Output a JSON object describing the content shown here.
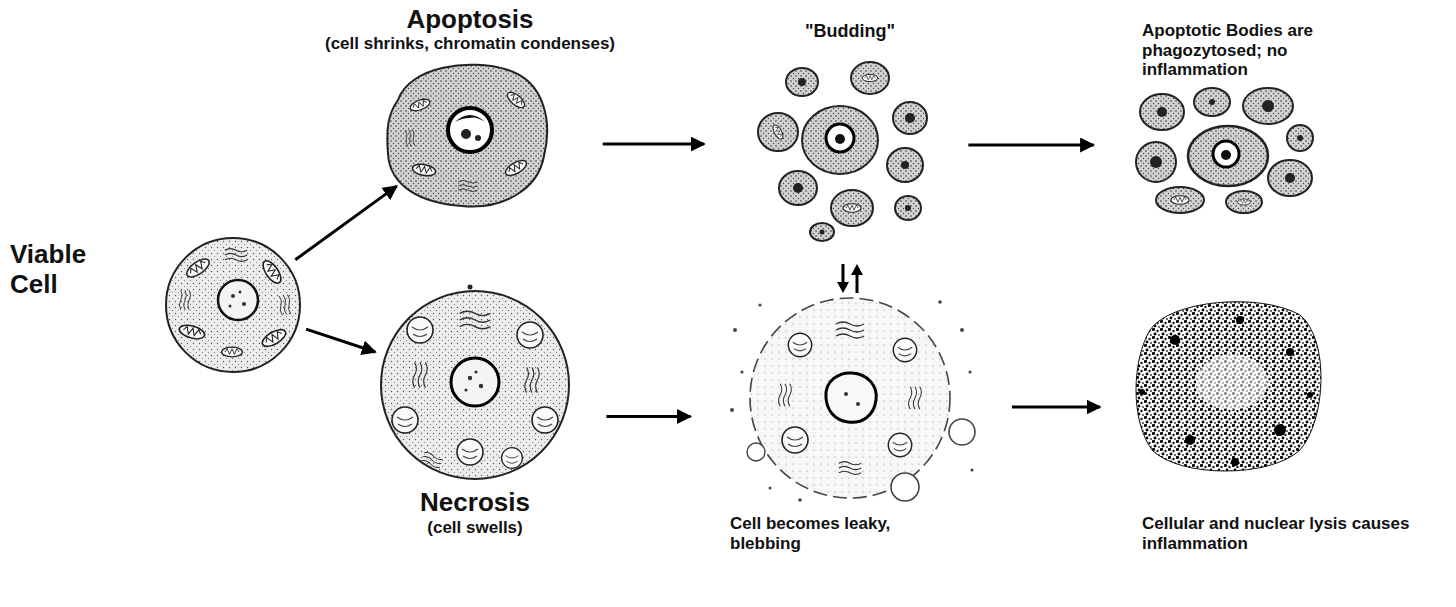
{
  "diagram": {
    "nodes": [
      {
        "text": [
          "Viable Cell"
        ]
      },
      {
        "text": [
          "Apoptosis",
          "(cell shrinks, chromatin condenses)"
        ]
      },
      {
        "text": [
          "\"Budding\""
        ]
      },
      {
        "text": [
          "Apoptotic Bodies are phagozytosed; no inflammation"
        ]
      },
      {
        "text": [
          "Necrosis",
          "(cell swells)"
        ]
      },
      {
        "text": [
          "Cell becomes leaky, blebbing"
        ]
      },
      {
        "text": [
          "Cellular and nuclear lysis causes inflammation"
        ]
      }
    ],
    "edges": [
      {
        "from": 0,
        "to": 1,
        "arrow": "to"
      },
      {
        "from": 1,
        "to": 2,
        "arrow": "to"
      },
      {
        "from": 2,
        "to": 3,
        "arrow": "to"
      },
      {
        "from": 0,
        "to": 4,
        "arrow": "to"
      },
      {
        "from": 4,
        "to": 5,
        "arrow": "to"
      },
      {
        "from": 5,
        "to": 6,
        "arrow": "to"
      }
    ]
  }
}
